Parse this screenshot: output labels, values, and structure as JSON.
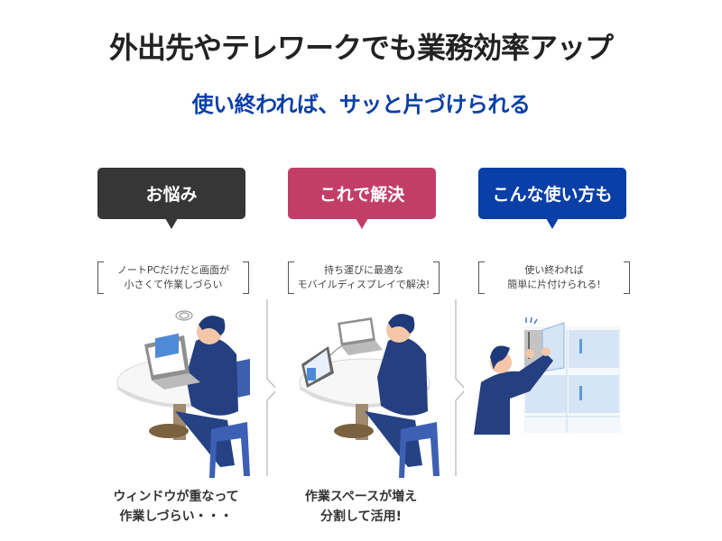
{
  "header": {
    "title": "外出先やテレワークでも業務効率アップ",
    "subtitle": "使い終われば、サッと片づけられる"
  },
  "colors": {
    "title": "#222222",
    "subtitle": "#0b3fa6",
    "problem": "#363636",
    "solution": "#c23e69",
    "usage": "#0a3fa8"
  },
  "columns": [
    {
      "label": "お悩み",
      "note_lines": [
        "ノートPCだけだと画面が",
        "小さくて作業しづらい"
      ],
      "caption_lines": [
        "ウィンドウが重なって",
        "作業しづらい・・・"
      ],
      "illustration": "man-working-on-laptop-at-round-table"
    },
    {
      "label": "これで解決",
      "note_lines": [
        "持ち運びに最適な",
        "モバイルディスプレイで解決!"
      ],
      "caption_lines": [
        "作業スペースが増え",
        "分割して活用!"
      ],
      "illustration": "man-with-laptop-and-mobile-display"
    },
    {
      "label": "こんな使い方も",
      "note_lines": [
        "使い終われば",
        "簡単に片付けられる!"
      ],
      "caption_lines": [],
      "illustration": "man-putting-display-into-cabinet"
    }
  ]
}
